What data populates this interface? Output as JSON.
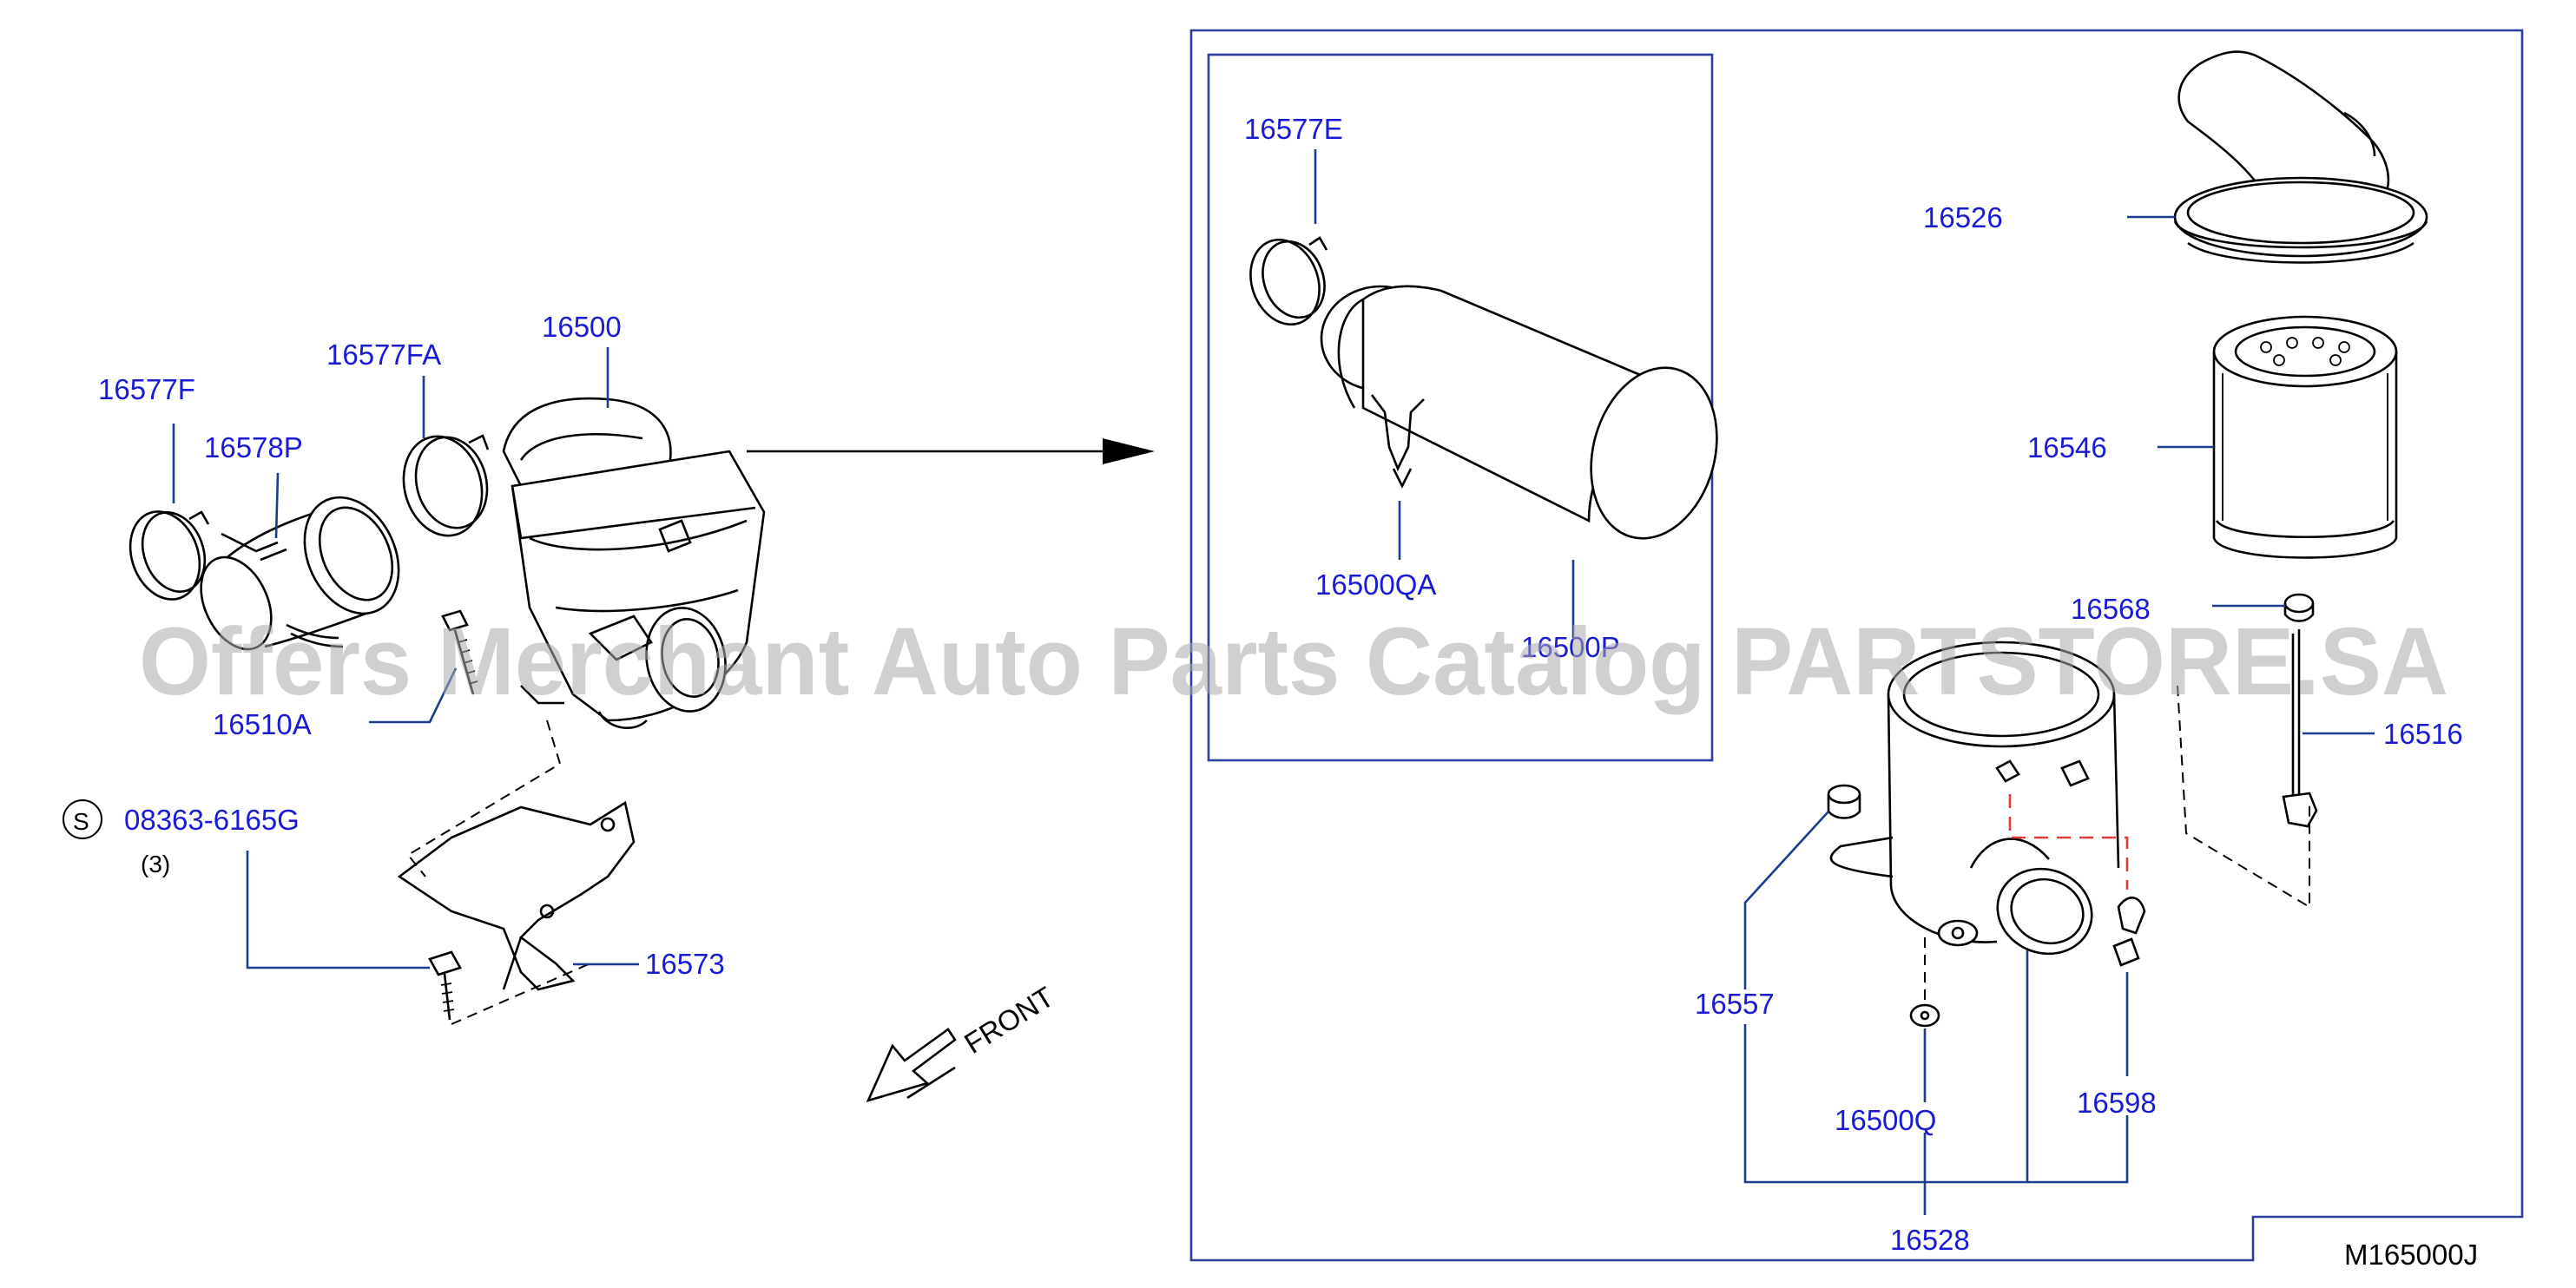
{
  "watermark": "Offers Merchant Auto Parts Catalog PARTSTORE.SA",
  "diagram_id": "M165000J",
  "direction_label": "FRONT",
  "screw_symbol": "S",
  "screw_qty": "(3)",
  "parts": {
    "p16577F": "16577F",
    "p16578P": "16578P",
    "p16577FA": "16577FA",
    "p16500": "16500",
    "p16510A": "16510A",
    "p08363": "08363-6165G",
    "p16573": "16573",
    "p16577E": "16577E",
    "p16500QA": "16500QA",
    "p16500P": "16500P",
    "p16526": "16526",
    "p16546": "16546",
    "p16568": "16568",
    "p16516": "16516",
    "p16557": "16557",
    "p16500Q": "16500Q",
    "p16598": "16598",
    "p16528": "16528"
  },
  "colors": {
    "part_number": "#1a1ad6",
    "leader": "#1c3d8f",
    "frame": "#2a3f9e",
    "phantom": "#e23b3b"
  }
}
